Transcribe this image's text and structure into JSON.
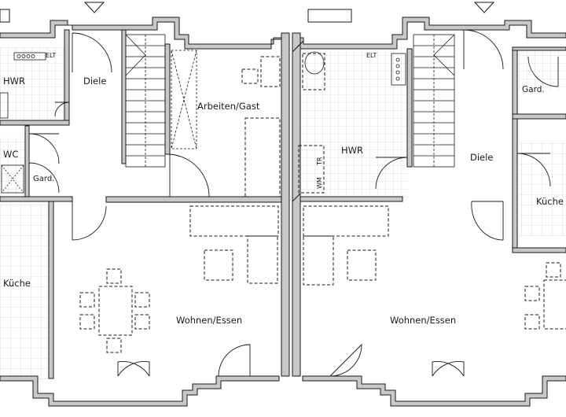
{
  "plan": {
    "rooms": {
      "hwr_left": "HWR",
      "diele_left": "Diele",
      "arbeiten_gast": "Arbeiten/Gast",
      "wc": "WC",
      "gard_left": "Gard.",
      "kueche_left": "Küche",
      "wohnen_left": "Wohnen/Essen",
      "hwr_right": "HWR",
      "diele_right": "Diele",
      "gard_right": "Gard.",
      "kueche_right": "Küche",
      "wohnen_right": "Wohnen/Essen"
    },
    "fixtures": {
      "elt_left": "ELT",
      "elt_right": "ELT",
      "tr": "TR",
      "wm": "WM"
    },
    "colors": {
      "wall_fill": "#c8c8c8",
      "wall_stroke": "#1a1a1a",
      "tile_grid": "#bdbdbd",
      "furniture": "#333333"
    }
  }
}
